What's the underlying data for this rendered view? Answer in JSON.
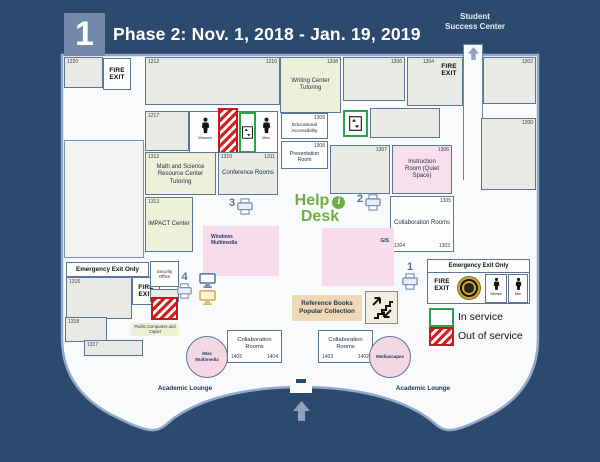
{
  "header": {
    "floor_badge": "1",
    "title": "Phase 2: Nov. 1, 2018 - Jan. 19, 2019",
    "top_right_label": "Student Success Center"
  },
  "legend": {
    "in_service": "In service",
    "out_of_service": "Out of service"
  },
  "labels": {
    "fire_exit": "FIRE EXIT",
    "emergency_exit_only": "Emergency Exit Only",
    "security_office": "Security Office",
    "public_computers": "Public Computers and Copier",
    "help_line1": "Help",
    "help_line2": "Desk",
    "windows_multimedia": "Windows Multimedia",
    "gis": "GIS",
    "reference_line1": "Reference Books",
    "reference_line2": "Popular Collection",
    "imac_multimedia": "iMac Multimedia",
    "mediascapes": "Mediascapes",
    "academic_lounge": "Academic Lounge",
    "women": "Women",
    "men": "Men"
  },
  "printers": {
    "p1": "1",
    "p2": "2",
    "p3": "3",
    "p4": "4"
  },
  "rooms": {
    "r1220": {
      "num": "1220"
    },
    "r1212": {
      "num": "1212"
    },
    "r1210": {
      "num": "1210"
    },
    "r1208": {
      "num": "1208",
      "label": "Writing Center Tutoring"
    },
    "r1206": {
      "num": "1206"
    },
    "r1204": {
      "num": "1204"
    },
    "r1202": {
      "num": "1202"
    },
    "r1200": {
      "num": "1200"
    },
    "r1217": {
      "num": "1217"
    },
    "r1309": {
      "num": "1309",
      "label": "Educational Accessibility"
    },
    "r1308": {
      "num": "1308",
      "label": "Presentation Room"
    },
    "r1307": {
      "num": "1307"
    },
    "r1306": {
      "num": "1306",
      "label": "Instruction Room (Quiet Space)"
    },
    "r1312": {
      "num": "1312",
      "label": "Math and Science Resource Center Tutoring"
    },
    "conference": {
      "num_left": "1310",
      "num_right": "1311",
      "label": "Conference Rooms"
    },
    "r1313": {
      "num": "1313",
      "label": "iMPACT Center"
    },
    "collab_center": {
      "num_top": "1305",
      "num_bottom_left": "1304",
      "num_bottom_right": "1303",
      "label": "Collaboration Rooms"
    },
    "r1316": {
      "num": "1316"
    },
    "r1318": {
      "num": "1318"
    },
    "r1317": {
      "num": "1317"
    },
    "collab_bottom_left": {
      "num_left": "1405",
      "num_right": "1404",
      "label": "Collaboration Rooms"
    },
    "collab_bottom_right": {
      "num_left": "1403",
      "num_right": "1402",
      "label": "Collaboration Rooms"
    }
  },
  "colors": {
    "background": "#2c4a6e",
    "floor": "#f9fafc",
    "in_service_green": "#2aa34c",
    "out_of_service_red": "#d42020",
    "help_desk_green": "#6fb043",
    "tutoring_room_green": "#eef0da",
    "special_room_pink": "#f8dfec",
    "reference_tan": "#eed9b7"
  }
}
